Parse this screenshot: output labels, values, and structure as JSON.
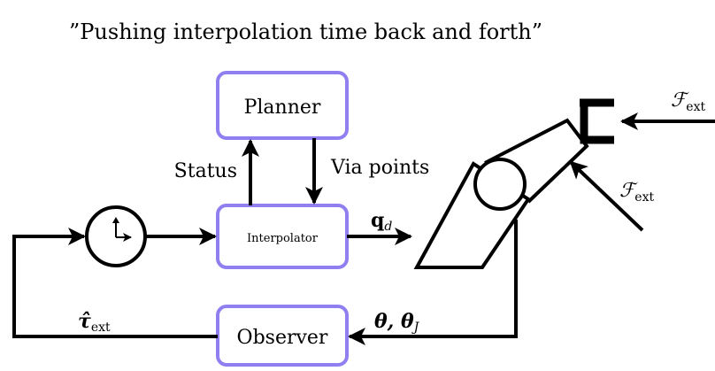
{
  "title": "”Pushing interpolation time back and forth”",
  "blocks": {
    "planner": "Planner",
    "interpolator": "Interpolator",
    "observer": "Observer"
  },
  "signals": {
    "status": "Status",
    "via_points": "Via points",
    "qd_main": "q",
    "qd_sub": "d",
    "tau_main": "τ̂",
    "tau_sub": "ext",
    "theta": "θ, θ",
    "theta_sub": "J",
    "f_ext_main": "ℱ",
    "f_ext_sub": "ext"
  },
  "colors": {
    "block_border": "#8f7ff0",
    "line": "#000000"
  },
  "icons": {
    "clock": "clock-icon",
    "robot_arm": "robot-arm-icon"
  }
}
